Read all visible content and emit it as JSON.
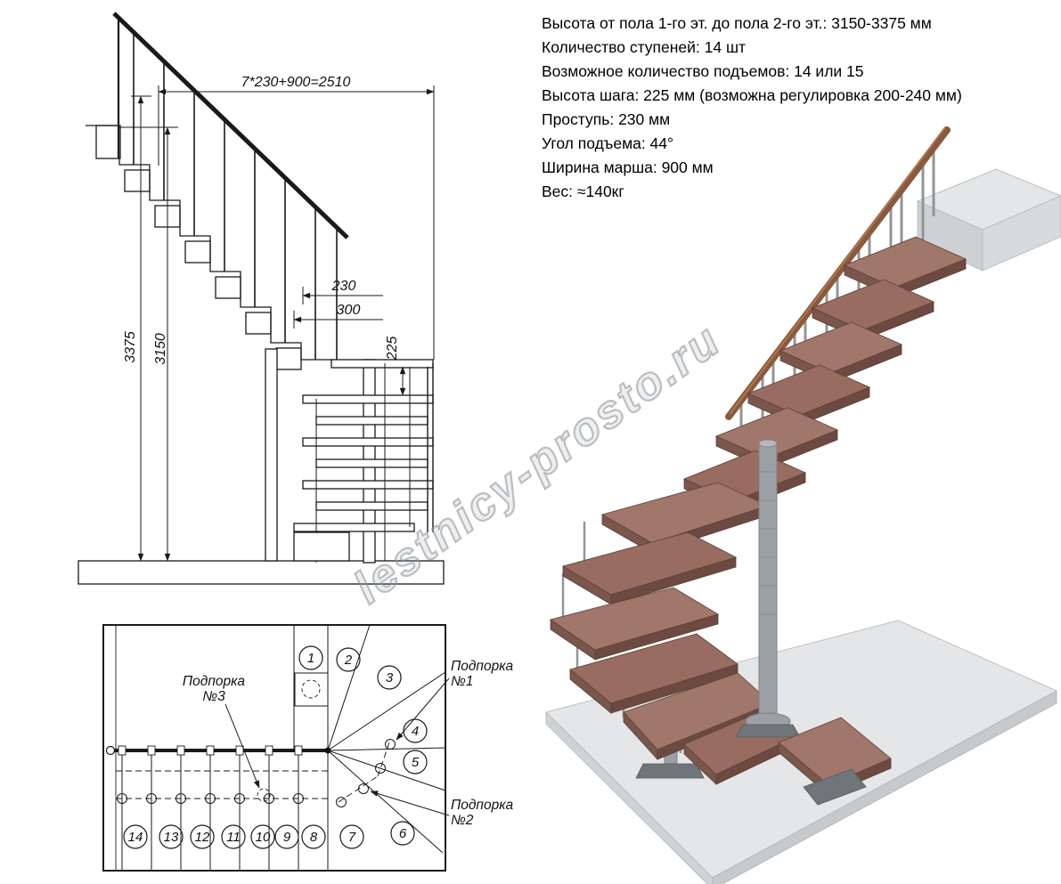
{
  "specs": {
    "lines": [
      "Высота от пола 1-го эт. до пола 2-го эт.: 3150-3375 мм",
      "Количество ступеней: 14 шт",
      "Возможное количество подъемов: 14 или 15",
      "Высота шага: 225 мм (возможна регулировка 200-240 мм)",
      "Проступь: 230 мм",
      "Угол подъема: 44°",
      "Ширина марша: 900 мм",
      "Вес: ≈140кг"
    ]
  },
  "elevation": {
    "dim_total_run": "7*230+900=2510",
    "dim_total_height": "3375",
    "dim_floor_height": "3150",
    "dim_tread_depth": "230",
    "dim_module": "300",
    "dim_step_height": "225"
  },
  "plan": {
    "steps": [
      "1",
      "2",
      "3",
      "4",
      "5",
      "6",
      "7",
      "8",
      "9",
      "10",
      "11",
      "12",
      "13",
      "14"
    ],
    "supports": [
      {
        "word": "Подпорка",
        "num": "№1"
      },
      {
        "word": "Подпорка",
        "num": "№2"
      },
      {
        "word": "Подпорка",
        "num": "№3"
      }
    ]
  },
  "watermark": "lestnicy-prosto.ru",
  "colors": {
    "tread_wood": "#9b7166",
    "handrail_wood": "#8a5a3e",
    "metal": "#9aa0a4",
    "concrete": "#e3e5e7",
    "line": "#1a1a1a",
    "watermark": "#8c9298"
  }
}
